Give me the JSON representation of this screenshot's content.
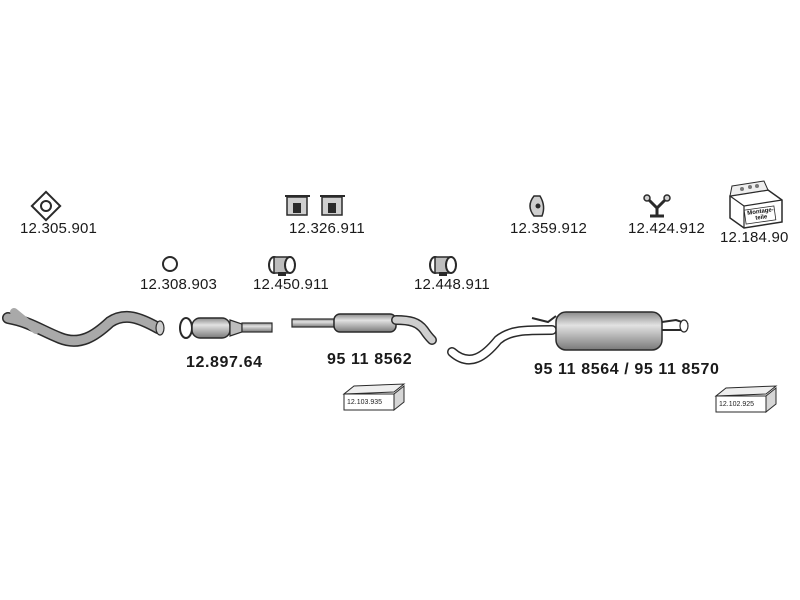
{
  "parts": [
    {
      "id": "flange",
      "number": "12.305.901"
    },
    {
      "id": "holders",
      "number": "12.326.911"
    },
    {
      "id": "hanger",
      "number": "12.359.912"
    },
    {
      "id": "y-bracket",
      "number": "12.424.912"
    },
    {
      "id": "mounting-kit",
      "number": "12.184.90",
      "kit_label": "Montage-teile"
    },
    {
      "id": "ring",
      "number": "12.308.903"
    },
    {
      "id": "clamp-front",
      "number": "12.450.911"
    },
    {
      "id": "clamp-rear",
      "number": "12.448.911"
    },
    {
      "id": "catalyst",
      "number": "12.897.64"
    },
    {
      "id": "middle-silencer",
      "number": "95 11 8562"
    },
    {
      "id": "rear-silencer",
      "number": "95 11 8564 / 95 11 8570"
    },
    {
      "id": "box-1",
      "number": "12.103.935"
    },
    {
      "id": "box-2",
      "number": "12.102.925"
    }
  ],
  "colors": {
    "part_fill": "#b8b8b8",
    "outline": "#2a2a2a",
    "pipe": "#a9a9a9"
  }
}
